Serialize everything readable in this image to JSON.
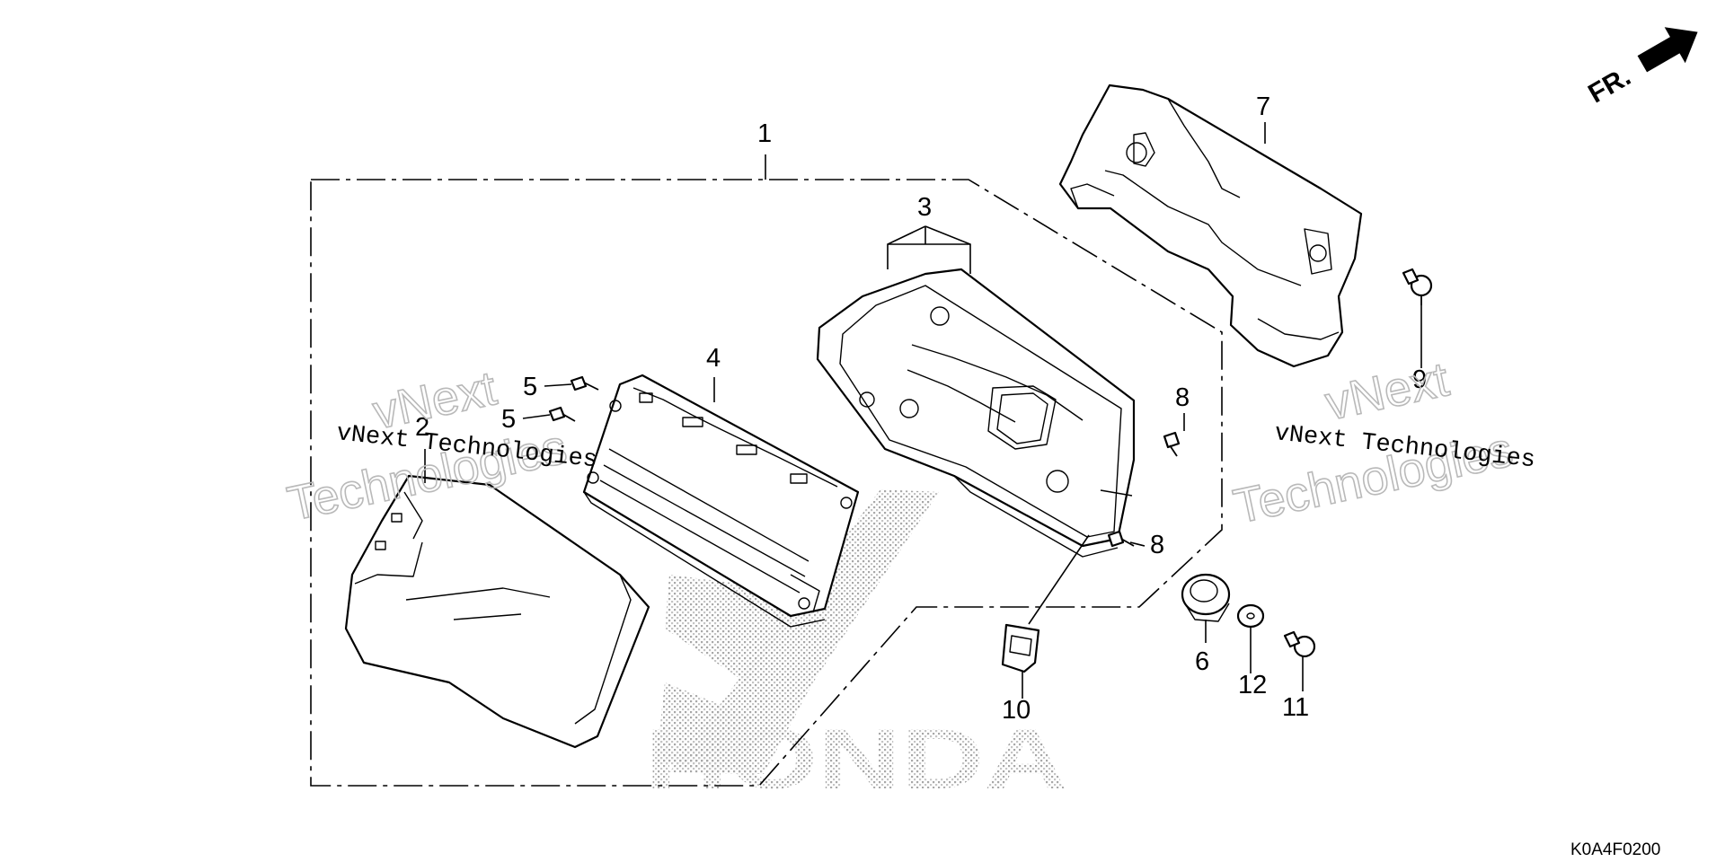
{
  "callouts": {
    "p1": "1",
    "p2": "2",
    "p3": "3",
    "p4": "4",
    "p5a": "5",
    "p5b": "5",
    "p6": "6",
    "p7": "7",
    "p8a": "8",
    "p8b": "8",
    "p9": "9",
    "p10": "10",
    "p11": "11",
    "p12": "12"
  },
  "direction_label": "FR.",
  "diagram_code": "K0A4F0200",
  "watermarks": {
    "left_small": "vNext Technologies",
    "left_big_1": "vNext",
    "left_big_2": "Technologies",
    "right_small": "vNext Technologies",
    "right_big_1": "vNext",
    "right_big_2": "Technologies"
  },
  "background_logo_text": "HONDA",
  "colors": {
    "line": "#000000",
    "background": "#ffffff",
    "watermark_outline": "#b9b9b9",
    "logo_dots": "#a8a8a8"
  }
}
